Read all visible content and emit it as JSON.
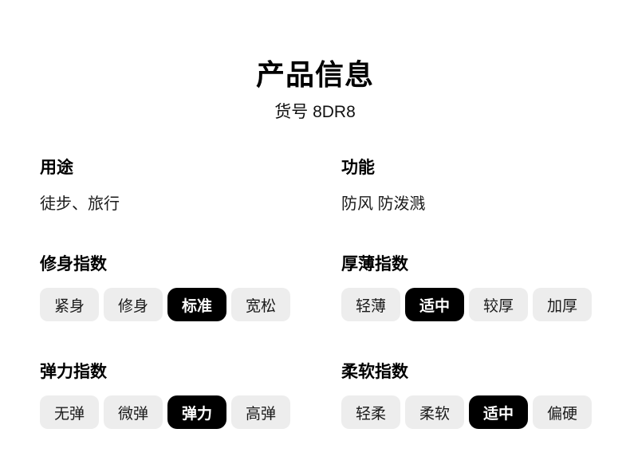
{
  "page": {
    "title": "产品信息",
    "item_number": "货号 8DR8"
  },
  "attributes": [
    {
      "label": "用途",
      "value": "徒步、旅行"
    },
    {
      "label": "功能",
      "value": "防风 防泼溅"
    }
  ],
  "indices": [
    {
      "label": "修身指数",
      "options": [
        "紧身",
        "修身",
        "标准",
        "宽松"
      ],
      "selected": 2
    },
    {
      "label": "厚薄指数",
      "options": [
        "轻薄",
        "适中",
        "较厚",
        "加厚"
      ],
      "selected": 1
    },
    {
      "label": "弹力指数",
      "options": [
        "无弹",
        "微弹",
        "弹力",
        "高弹"
      ],
      "selected": 2
    },
    {
      "label": "柔软指数",
      "options": [
        "轻柔",
        "柔软",
        "适中",
        "偏硬"
      ],
      "selected": 2
    }
  ],
  "colors": {
    "background": "#ffffff",
    "text": "#000000",
    "pill_background": "#ededed",
    "pill_selected_background": "#000000",
    "pill_selected_text": "#ffffff"
  }
}
